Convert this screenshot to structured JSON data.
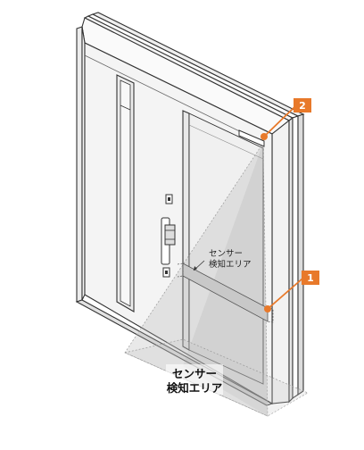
{
  "labels": {
    "sensor_area_small_line1": "センサー",
    "sensor_area_small_line2": "検知エリア",
    "sensor_area_large_line1": "センサー",
    "sensor_area_large_line2": "検知エリア"
  },
  "callouts": [
    {
      "number": "1"
    },
    {
      "number": "2"
    }
  ],
  "colors": {
    "accent": "#E8792A",
    "frame_stroke": "#333333",
    "door_fill": "#F4F4F4",
    "glass_fill": "#ECECEC",
    "sensor_bar": "#C8C8C8",
    "detection_zone": "#B0B0B0"
  }
}
